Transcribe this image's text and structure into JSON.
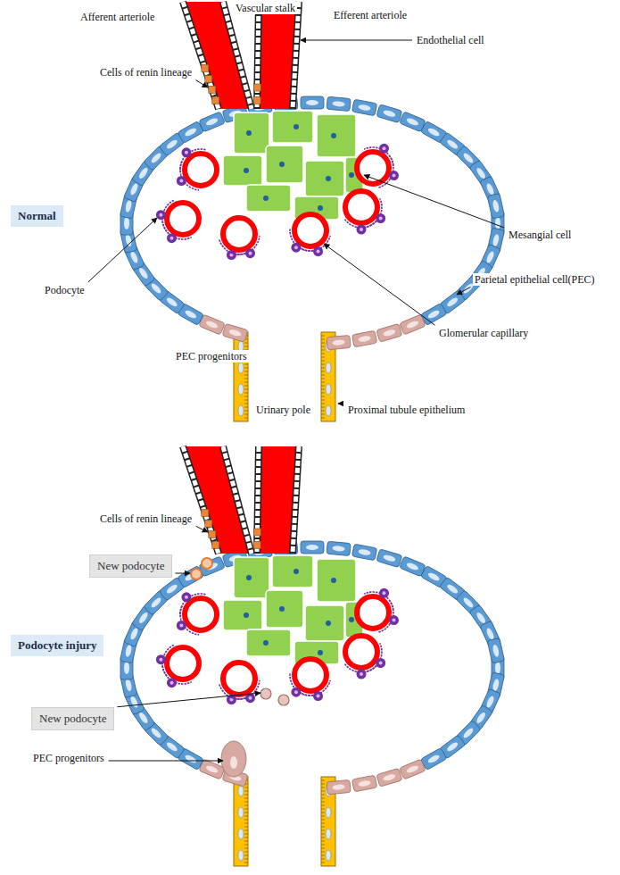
{
  "diagram": {
    "nodes": [
      {
        "text": [
          "Normal"
        ]
      },
      {
        "text": [
          "New podocyte"
        ]
      },
      {
        "text": [
          "Podocyte injury"
        ]
      },
      {
        "text": [
          "New podocyte"
        ]
      }
    ],
    "labels": [
      "Vascular stalk",
      "Afferent arteriole",
      "Efferent arteriole",
      "Endothelial cell",
      "Cells of renin lineage",
      "Mesangial cell",
      "Parietal epithelial cell(PEC)",
      "Podocyte",
      "Glomerular capillary",
      "PEC progenitors",
      "Urinary pole",
      "Proximal tubule epithelium",
      "Cells of renin lineage",
      "PEC progenitors"
    ]
  }
}
